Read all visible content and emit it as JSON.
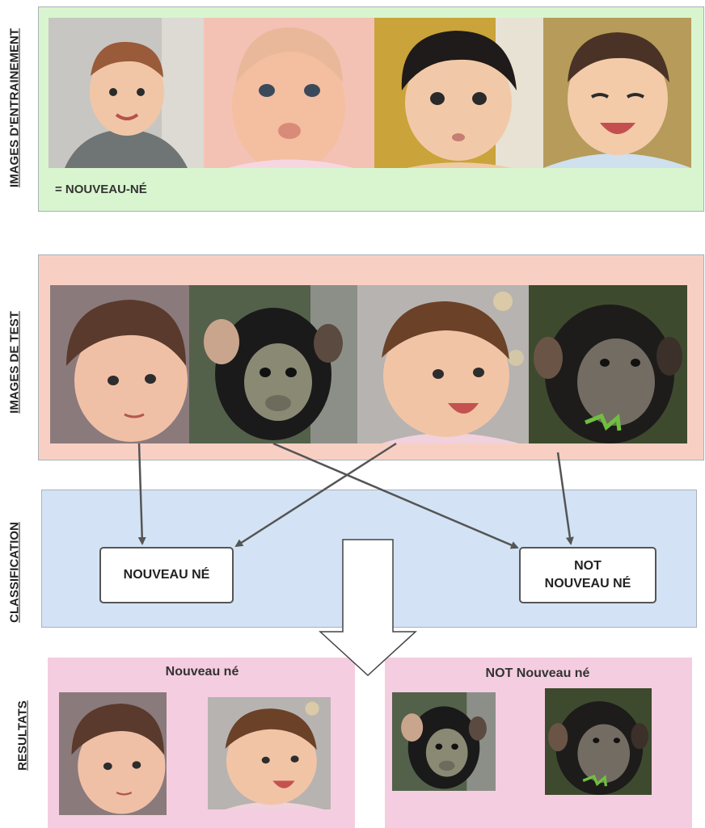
{
  "labels": {
    "training": "IMAGES D'ENTRAINEMENT",
    "test": "IMAGES DE TEST",
    "classification": "CLASSIFICATION",
    "results": "RESULTATS"
  },
  "training": {
    "caption": "= NOUVEAU-NÉ",
    "images": [
      "baby-photo",
      "baby-photo",
      "baby-photo",
      "baby-photo"
    ]
  },
  "test": {
    "images": [
      "baby-photo",
      "monkey-photo",
      "baby-photo",
      "monkey-photo"
    ]
  },
  "classification": {
    "class_a": "NOUVEAU NÉ",
    "class_b_line1": "NOT",
    "class_b_line2": "NOUVEAU NÉ"
  },
  "results": {
    "left_title": "Nouveau né",
    "right_title": "NOT Nouveau né",
    "left_images": [
      "baby-photo",
      "baby-photo"
    ],
    "right_images": [
      "monkey-photo",
      "monkey-photo"
    ]
  },
  "colors": {
    "training_bg": "#d8f5cf",
    "test_bg": "#f8d0c3",
    "classification_bg": "#d3e3f5",
    "results_bg": "#f5cde0",
    "arrow": "#555555"
  }
}
